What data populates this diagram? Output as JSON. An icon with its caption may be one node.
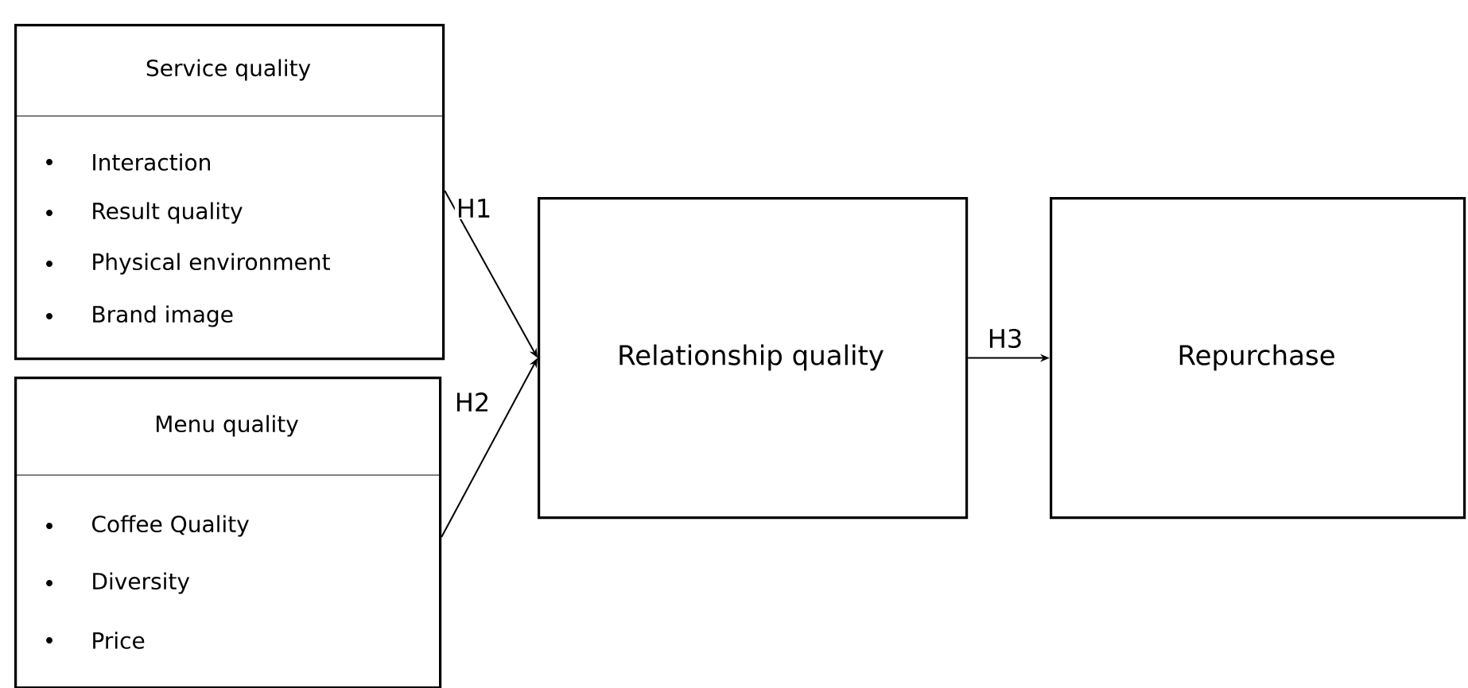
{
  "diagram": {
    "nodes": [
      {
        "text": [
          "Service quality",
          "Interaction",
          "Result quality",
          "Physical environment",
          "Brand image"
        ]
      },
      {
        "text": [
          "Menu quality",
          "Coffee Quality",
          "Diversity",
          "Price"
        ]
      },
      {
        "text": [
          "Relationship quality"
        ]
      },
      {
        "text": [
          "Repurchase"
        ]
      }
    ],
    "edges": [
      {
        "from": 0,
        "to": 2,
        "arrow": "to",
        "label": "H1"
      },
      {
        "from": 1,
        "to": 2,
        "arrow": "to",
        "label": "H2"
      },
      {
        "from": 2,
        "to": 3,
        "arrow": "to",
        "label": "H3"
      }
    ]
  }
}
